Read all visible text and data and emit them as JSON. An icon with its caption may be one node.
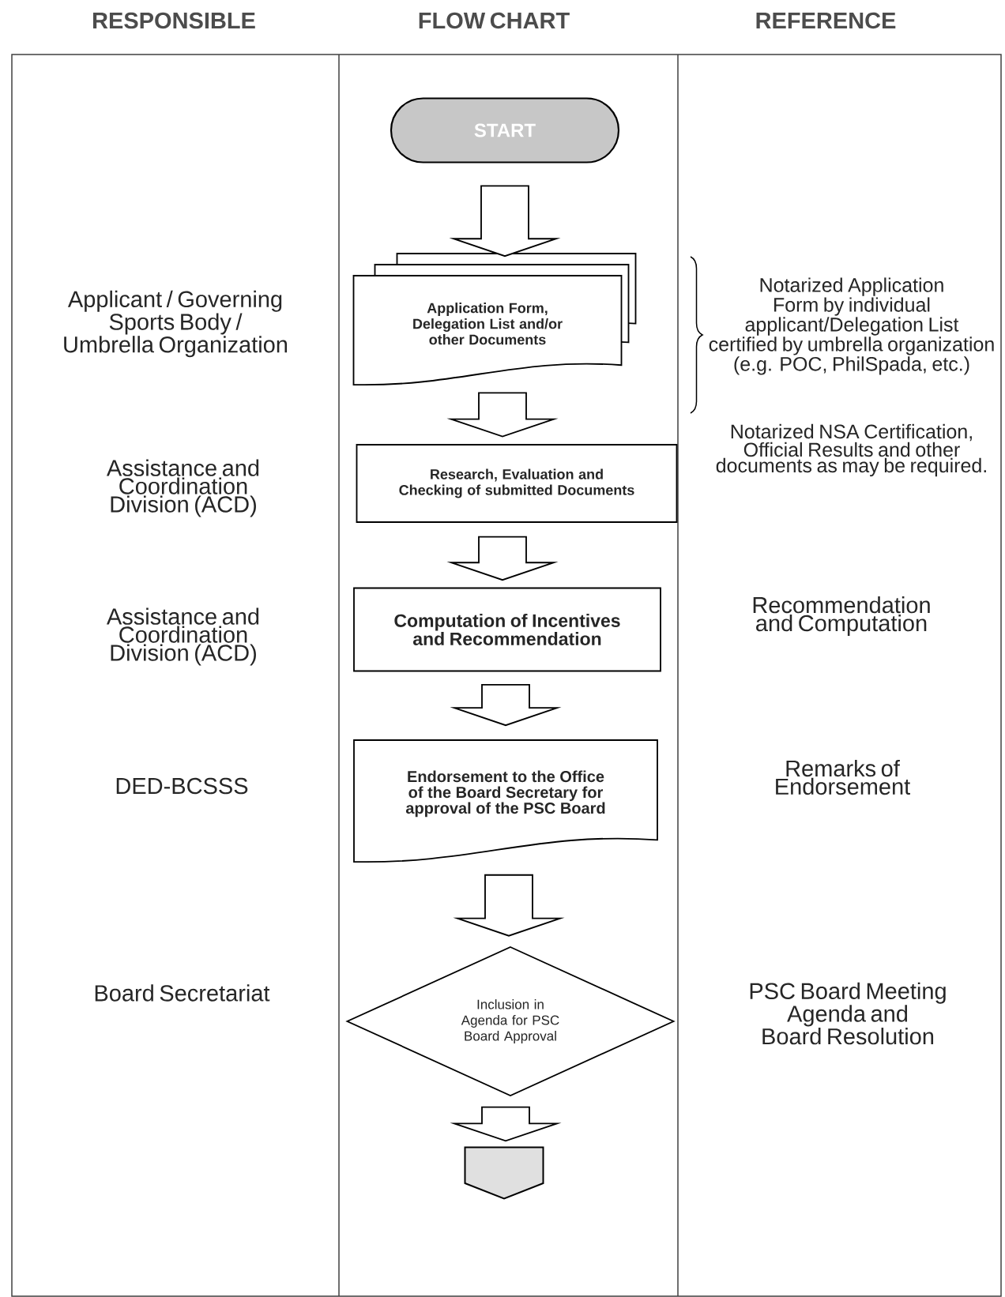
{
  "diagram": {
    "nodes": [
      {
        "text": [
          "START"
        ]
      },
      {
        "text": [
          "Application Form, Delegation List and/or other Documents"
        ]
      },
      {
        "text": [
          "Research, Evaluation and Checking of submitted Documents"
        ]
      },
      {
        "text": [
          "Computation of Incentives and Recommendation"
        ]
      },
      {
        "text": [
          "Endorsement to the Office of the Board Secretary for approval of the PSC Board"
        ]
      },
      {
        "text": [
          "Inclusion in Agenda for PSC Board Approval"
        ]
      },
      {
        "text": [],
        "shape": "pentagon"
      }
    ],
    "edges": [
      {
        "from": 0,
        "to": 1,
        "arrow": "to"
      },
      {
        "from": 1,
        "to": 2,
        "arrow": "to"
      },
      {
        "from": 2,
        "to": 3,
        "arrow": "to"
      },
      {
        "from": 3,
        "to": 4,
        "arrow": "to"
      },
      {
        "from": 4,
        "to": 5,
        "arrow": "to"
      },
      {
        "from": 5,
        "to": 6,
        "arrow": "to"
      }
    ],
    "labels": [
      "RESPONSIBLE",
      "FLOW CHART",
      "REFERENCE",
      "Applicant / Governing Sports Body / Umbrella Organization",
      "Notarized Application Form by individual applicant/Delegation List certified by umbrella organization (e.g. POC, PhilSpada, etc.)",
      "Notarized NSA Certification, Official Results and other documents as may be required.",
      "Assistance and Coordination Division (ACD)",
      "Assistance and Coordination Division (ACD)",
      "Recommendation and Computation",
      "DED-BCSSS",
      "Remarks of Endorsement",
      "Board Secretariat",
      "PSC Board Meeting Agenda and Board Resolution"
    ]
  }
}
